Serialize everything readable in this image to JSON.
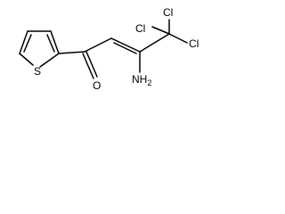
{
  "molecule": {
    "atoms": {
      "s1": "S",
      "o1": "O",
      "cl1": "Cl",
      "cl2": "Cl",
      "cl3": "Cl",
      "amino": "NH",
      "amino_sub": "2"
    },
    "colors": {
      "bond": "#000000",
      "label": "#000000",
      "background": "#ffffff"
    }
  }
}
